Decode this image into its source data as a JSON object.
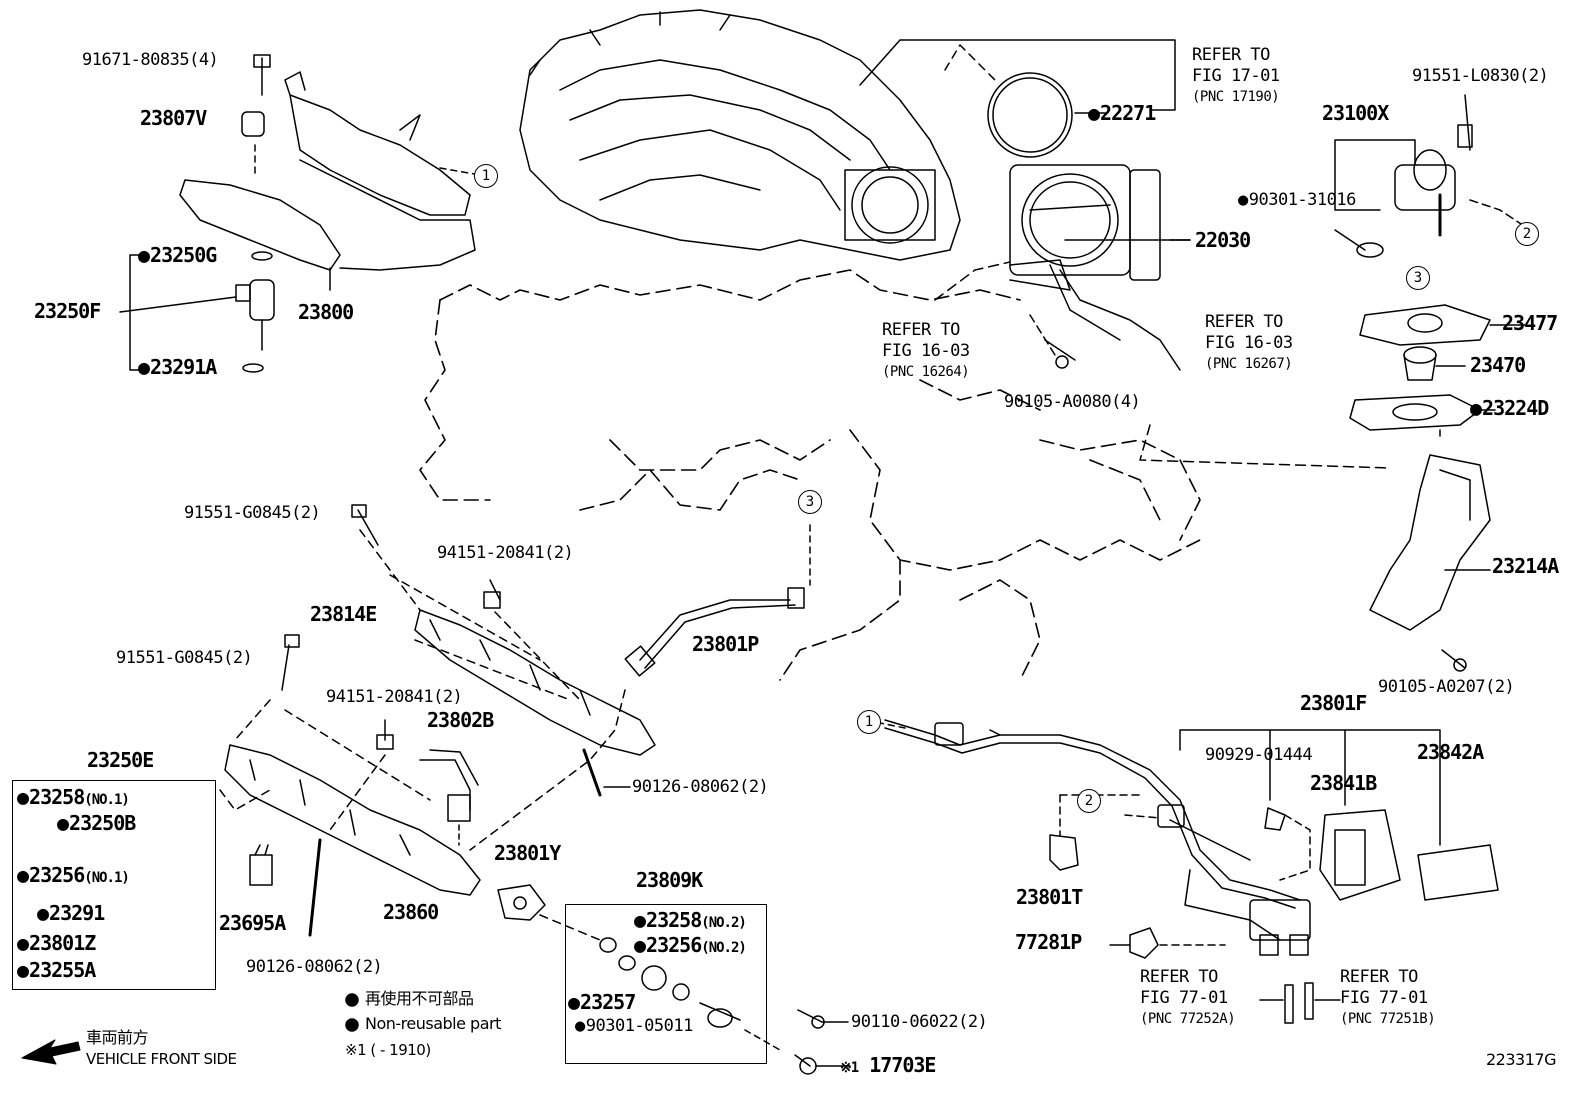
{
  "labels": {
    "p91671": "91671-80835(4)",
    "p23807v": "23807V",
    "p23250g": "23250G",
    "p23250f": "23250F",
    "p23291a": "23291A",
    "p23800": "23800",
    "p22271": "22271",
    "p22030": "22030",
    "p91551_l": "91551-L0830(2)",
    "p23100x": "23100X",
    "p90301_31016": "90301-31016",
    "p23477": "23477",
    "p23470": "23470",
    "p23224d": "23224D",
    "p90105_a0080": "90105-A0080(4)",
    "p91551_g1": "91551-G0845(2)",
    "p94151_1": "94151-20841(2)",
    "p23814e": "23814E",
    "p23801p": "23801P",
    "p23214a": "23214A",
    "p91551_g2": "91551-G0845(2)",
    "p94151_2": "94151-20841(2)",
    "p23802b": "23802B",
    "p90126_1": "90126-08062(2)",
    "p90105_a0207": "90105-A0207(2)",
    "p23801f": "23801F",
    "p90929": "90929-01444",
    "p23842a": "23842A",
    "p23841b": "23841B",
    "p23250e": "23250E",
    "p23258": "23258",
    "p23258_sub": "(NO.1)",
    "p23250b": "23250B",
    "p23256": "23256",
    "p23256_sub": "(NO.1)",
    "p23291": "23291",
    "p23801z": "23801Z",
    "p23255a": "23255A",
    "p23695a": "23695A",
    "p23860": "23860",
    "p90126_2": "90126-08062(2)",
    "p23801y": "23801Y",
    "p23809k": "23809K",
    "p23258_2": "23258",
    "p23258_2sub": "(NO.2)",
    "p23256_2": "23256",
    "p23256_2sub": "(NO.2)",
    "p23257": "23257",
    "p90301_05011": "90301-05011",
    "p90110": "90110-06022(2)",
    "p17703e": "17703E",
    "p17703e_mark": "※1",
    "p23801t": "23801T",
    "p77281p": "77281P"
  },
  "refers": [
    {
      "line1": "REFER TO",
      "line2": "FIG 17-01",
      "pnc": "(PNC 17190)"
    },
    {
      "line1": "REFER TO",
      "line2": "FIG 16-03",
      "pnc": "(PNC 16264)"
    },
    {
      "line1": "REFER TO",
      "line2": "FIG 16-03",
      "pnc": "(PNC 16267)"
    },
    {
      "line1": "REFER TO",
      "line2": "FIG 77-01",
      "pnc": "(PNC 77252A)"
    },
    {
      "line1": "REFER TO",
      "line2": "FIG 77-01",
      "pnc": "(PNC 77251B)"
    }
  ],
  "circle_refs": [
    "1",
    "2",
    "3"
  ],
  "legend": {
    "jp": "再使用不可部品",
    "en": "Non-reusable part",
    "note": "※1 (      - 1910)"
  },
  "front": {
    "jp": "車両前方",
    "en": "VEHICLE FRONT SIDE"
  },
  "figure_code": "223317G"
}
